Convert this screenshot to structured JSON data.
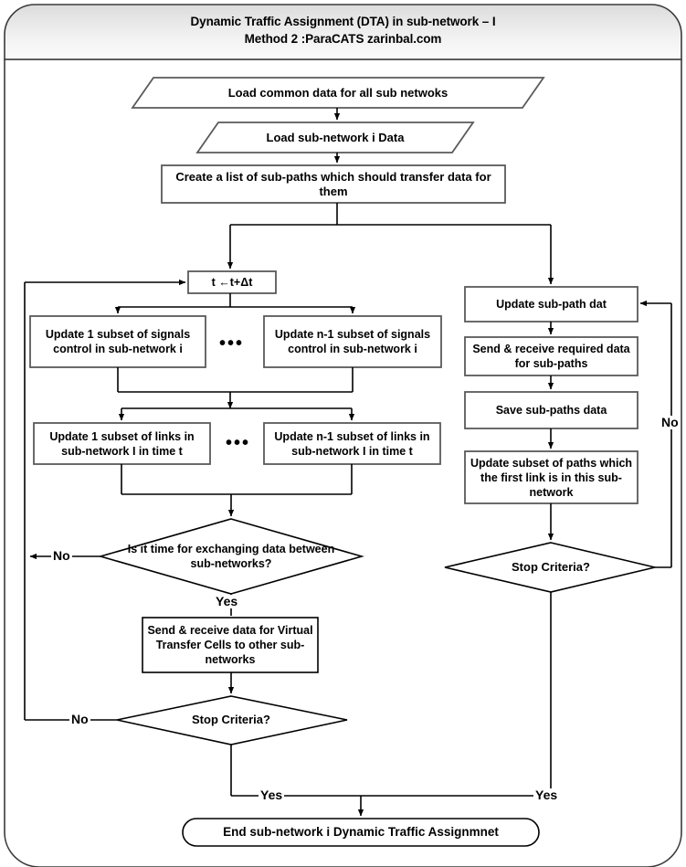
{
  "banner": {
    "line1": "Dynamic Traffic Assignment (DTA) in sub-network – I",
    "line2": "Method 2 :ParaCATS zarinbal.com"
  },
  "colors": {
    "stroke": "#000000",
    "node_stroke": "#5a5a5a",
    "node_fill": "#ffffff",
    "banner_top": "#e8e8e8",
    "banner_bottom": "#fdfdfd",
    "frame": "#3a3a3a"
  },
  "nodes": {
    "load_common": {
      "label": "Load common data for all sub netwoks",
      "shape": "parallelogram"
    },
    "load_subnetwork": {
      "label": "Load sub-network i Data",
      "shape": "parallelogram"
    },
    "create_list": {
      "label": "Create a list of sub-paths which should transfer data for them",
      "shape": "process"
    },
    "time_step": {
      "label": "t ←t+Δt",
      "shape": "process"
    },
    "signals_first": {
      "label": "Update 1 subset of signals control in sub-network i",
      "shape": "process"
    },
    "signals_last": {
      "label": "Update n-1 subset of signals control in sub-network i",
      "shape": "process"
    },
    "links_first": {
      "label": "Update 1 subset of links in sub-network I in time t",
      "shape": "process"
    },
    "links_last": {
      "label": "Update n-1 subset of links in sub-network I in time t",
      "shape": "process"
    },
    "exchange_decision": {
      "label": "Is it time for exchanging data between sub-networks?",
      "shape": "decision"
    },
    "send_vtc": {
      "label": "Send & receive data for Virtual Transfer Cells to other sub-networks",
      "shape": "process"
    },
    "stop_left": {
      "label": "Stop Criteria?",
      "shape": "decision"
    },
    "update_subpath": {
      "label": "Update sub-path dat",
      "shape": "process"
    },
    "send_required": {
      "label": "Send & receive required data for sub-paths",
      "shape": "process"
    },
    "save_subpaths": {
      "label": "Save sub-paths data",
      "shape": "process"
    },
    "update_first_link": {
      "label": "Update subset of paths which the first link is in this sub-network",
      "shape": "process"
    },
    "stop_right": {
      "label": "Stop Criteria?",
      "shape": "decision"
    },
    "end_node": {
      "label": "End sub-network i Dynamic Traffic Assignmnet",
      "shape": "terminator"
    }
  },
  "edge_labels": {
    "exchange_no": "No",
    "exchange_yes": "Yes",
    "stop_left_no": "No",
    "stop_left_yes": "Yes",
    "stop_right_no": "No",
    "stop_right_yes": "Yes"
  },
  "separators": {
    "signals_ellipsis": "•••",
    "links_ellipsis": "•••"
  }
}
